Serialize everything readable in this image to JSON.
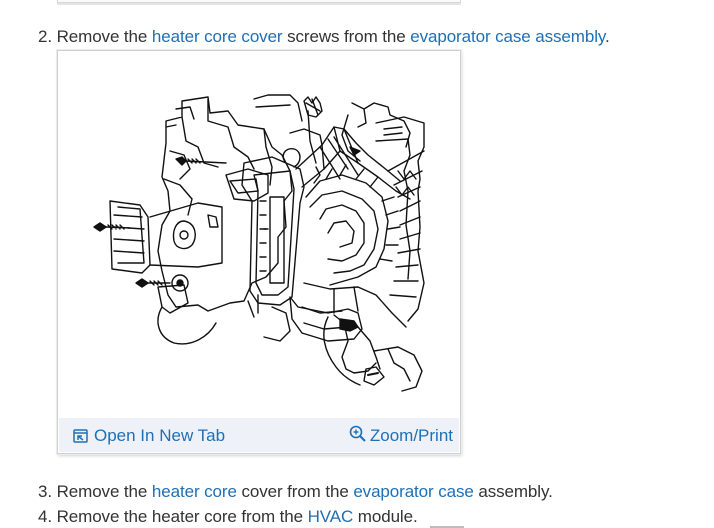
{
  "steps": [
    {
      "number": "2.",
      "text_1": "Remove the",
      "link_1": "heater core cover",
      "text_2": "screws from the",
      "link_2": "evaporator case assembly",
      "text_3": "."
    },
    {
      "number": "3.",
      "text_1": "Remove the",
      "link_1": "heater core",
      "text_2": "cover from the",
      "link_2": "evaporator case",
      "text_3": "assembly."
    },
    {
      "number": "4.",
      "text_1": "Remove the heater core from the",
      "link_1": "HVAC",
      "text_2": "module."
    }
  ],
  "figure": {
    "open_tab_label": "Open In New Tab",
    "zoom_print_label": "Zoom/Print",
    "open_tab_icon": "open-new-tab-icon",
    "zoom_icon": "zoom-in-icon"
  },
  "colors": {
    "link": "#1f6fb5",
    "text": "#333333",
    "figure_bar_bg": "#eef2f8"
  }
}
